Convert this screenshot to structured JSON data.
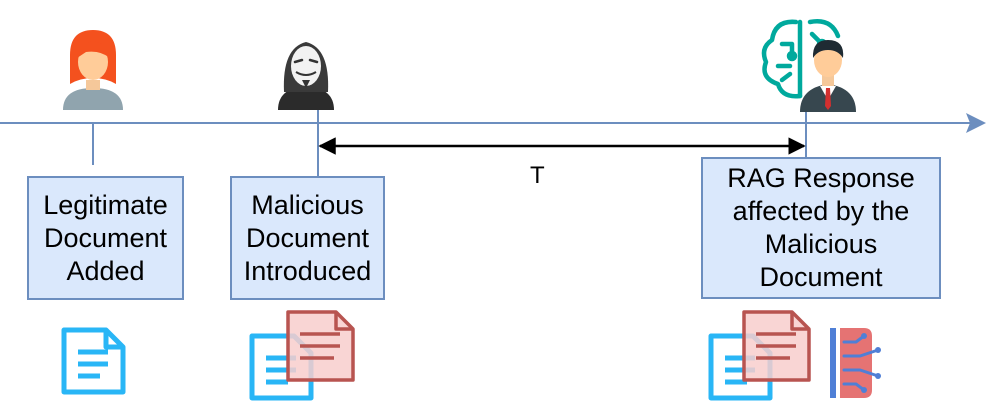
{
  "events": [
    {
      "label": "Legitimate\nDocument\nAdded"
    },
    {
      "label": "Malicious\nDocument\nIntroduced"
    },
    {
      "label": "RAG Response\naffected by the\nMalicious\nDocument"
    }
  ],
  "interval_label": "T",
  "colors": {
    "timeline": "#6c8ebf",
    "box_fill": "#dae8fc",
    "box_stroke": "#6c8ebf",
    "doc_icon": "#29b6f6",
    "malicious_doc": "#b85450",
    "malicious_doc_fill": "#f8cecc",
    "brain_icon": "#00a99d",
    "chip_icon": "#e57373",
    "chip_lines": "#4f7fd6"
  },
  "icons": [
    "woman-user-icon",
    "hacker-icon",
    "ai-brain-icon",
    "businessman-icon",
    "document-icon",
    "malicious-document-icon",
    "neural-chip-icon"
  ]
}
